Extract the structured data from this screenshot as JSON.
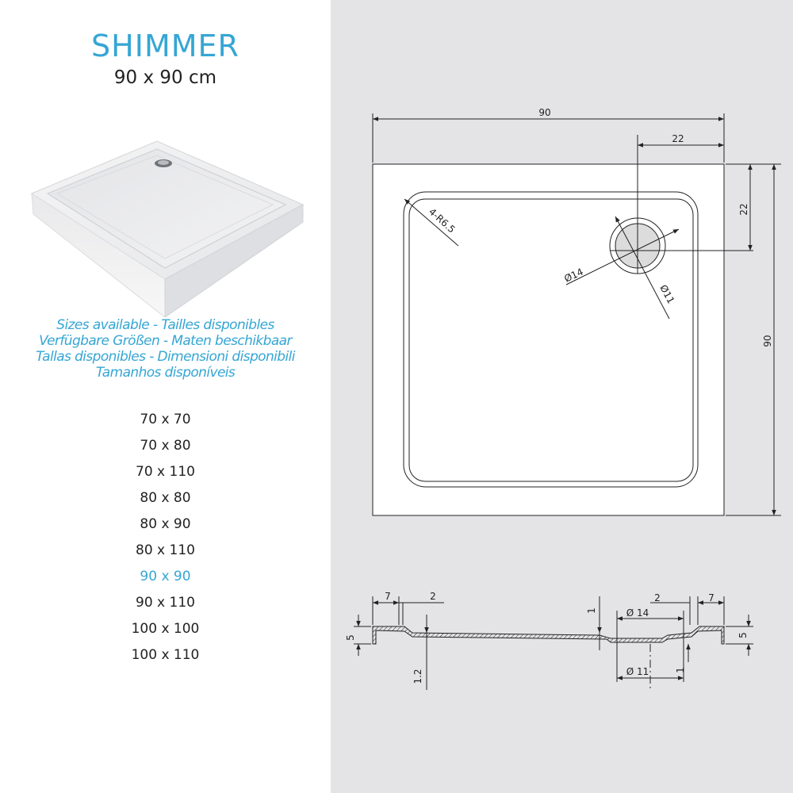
{
  "product": {
    "name": "SHIMMER",
    "dimensions": "90 x 90 cm"
  },
  "availability": {
    "lines": [
      "Sizes available - Tailles disponibles",
      "Verfügbare Größen - Maten beschikbaar",
      "Tallas disponibles - Dimensioni disponibili",
      "Tamanhos disponíveis"
    ],
    "sizes": [
      "70 x 70",
      "70 x 80",
      "70 x 110",
      "80 x 80",
      "80 x 90",
      "80 x 110",
      "90 x 90",
      "90 x 110",
      "100 x 100",
      "100 x 110"
    ],
    "selected_index": 6
  },
  "plan_view": {
    "width": "90",
    "height": "90",
    "drain_offset_x": "22",
    "drain_offset_y": "22",
    "corner_radius": "4-R6.5",
    "drain_outer": "Ø14",
    "drain_inner": "Ø11"
  },
  "section_view": {
    "rim_left": "7",
    "step_left": "2",
    "step_right": "2",
    "rim_right": "7",
    "thickness_top": "1",
    "height_left": "5",
    "height_right": "5",
    "floor": "1.2",
    "drain_outer": "Ø 14",
    "drain_inner": "Ø 11",
    "bottom_thickness": "1"
  },
  "colors": {
    "accent": "#35a6d4",
    "panel_bg": "#e4e4e6",
    "line": "#222222"
  }
}
